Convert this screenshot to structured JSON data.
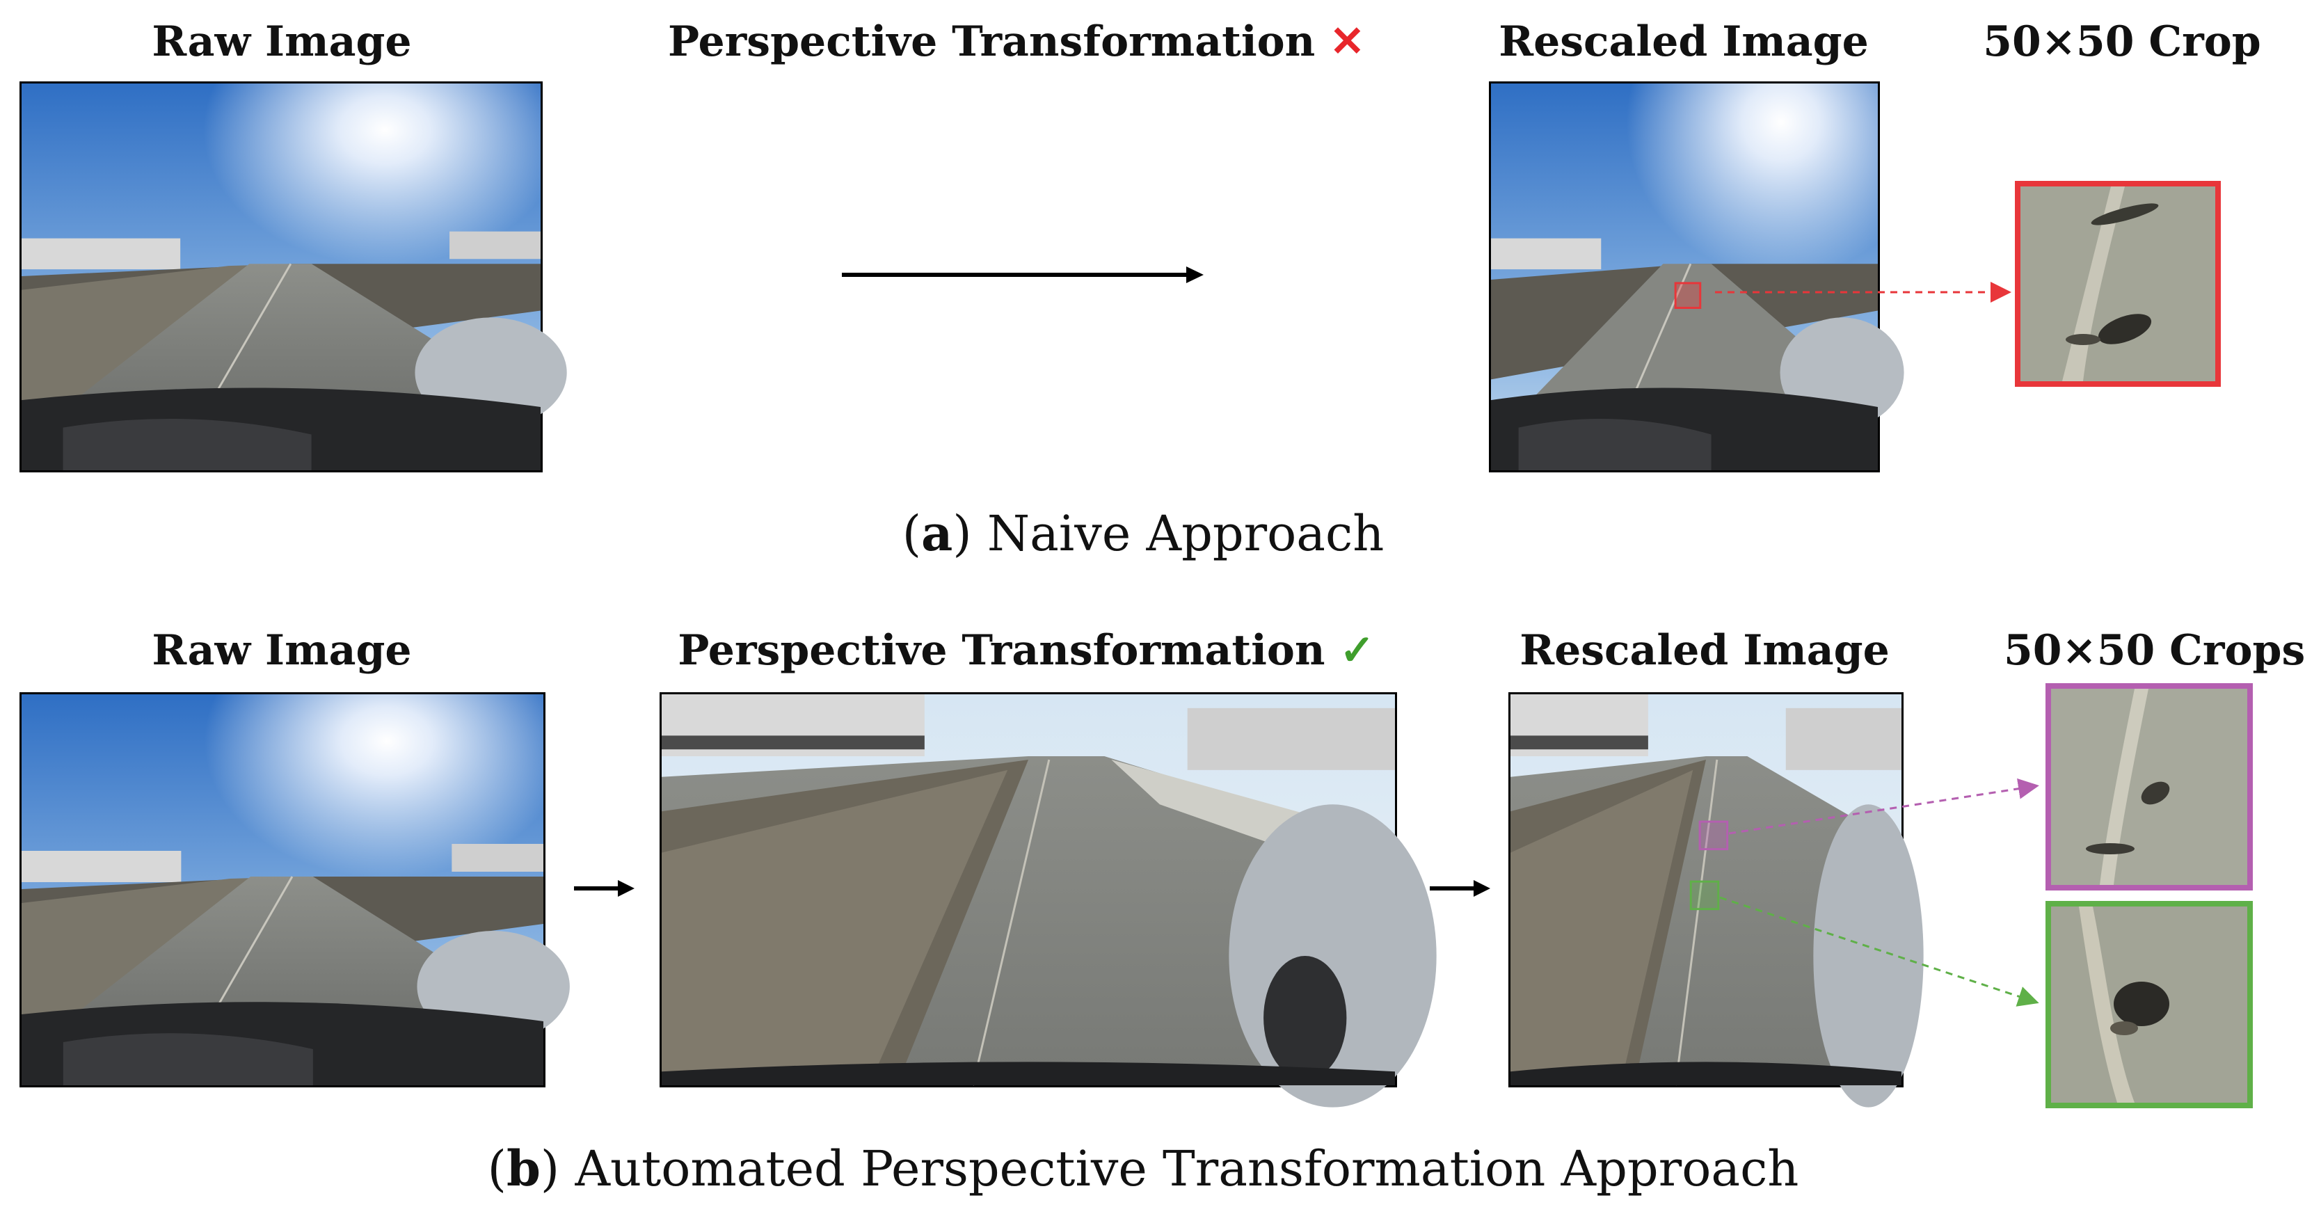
{
  "panel_a": {
    "titles": {
      "raw": "Raw Image",
      "perspective": "Perspective Transformation",
      "rescaled": "Rescaled Image",
      "crop": "50×50 Crop"
    },
    "perspective_mark": "✕",
    "caption_letter": "a",
    "caption_text": "Naive Approach"
  },
  "panel_b": {
    "titles": {
      "raw": "Raw Image",
      "perspective": "Perspective Transformation",
      "rescaled": "Rescaled Image",
      "crops": "50×50 Crops"
    },
    "perspective_mark": "✓",
    "caption_letter": "b",
    "caption_text": "Automated Perspective Transformation Approach"
  },
  "colors": {
    "naive_crop": "#e8363a",
    "crop_purple": "#b45fb0",
    "crop_green": "#5fb048",
    "arrow": "#000000",
    "cross": "#e8262b",
    "check": "#3f9e2c"
  }
}
